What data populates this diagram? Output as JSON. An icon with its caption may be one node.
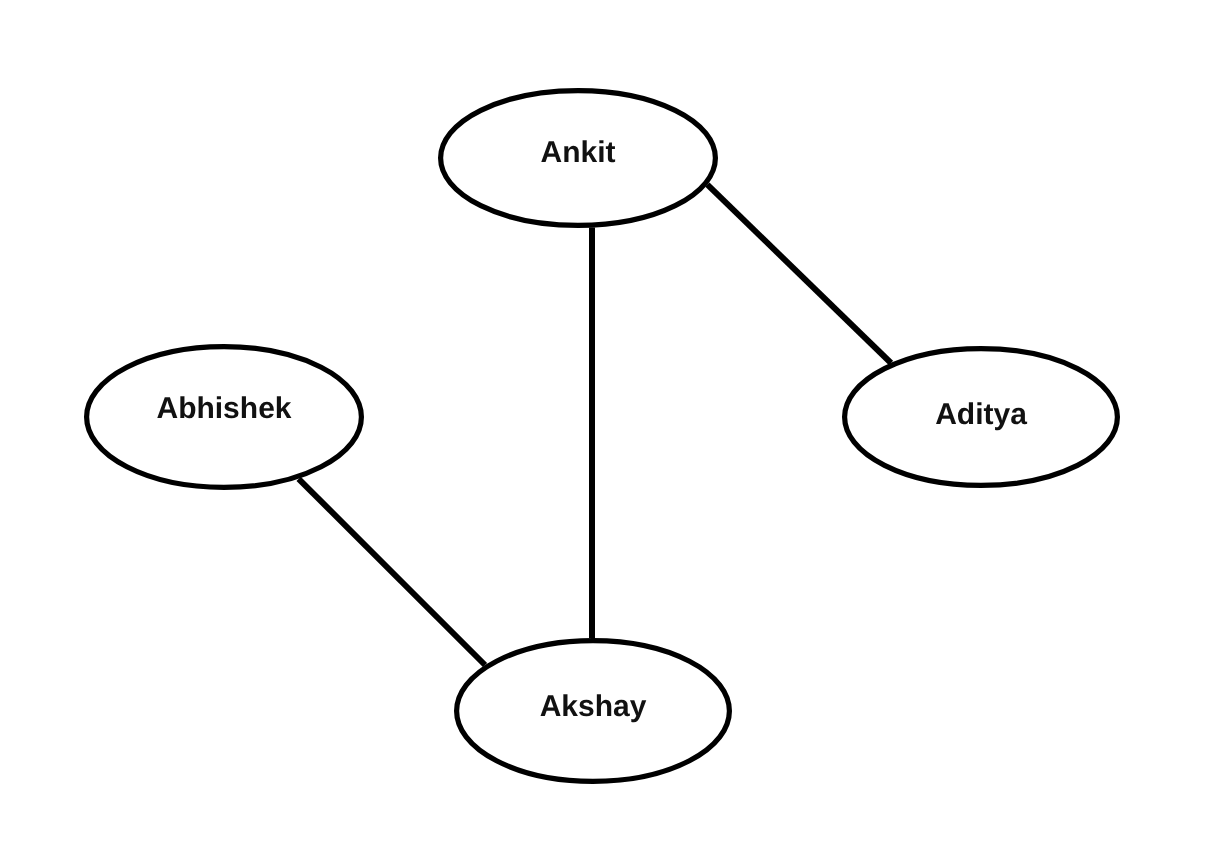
{
  "diagram": {
    "nodes": [
      {
        "text": [
          "Ankit"
        ]
      },
      {
        "text": [
          "Abhishek"
        ]
      },
      {
        "text": [
          "Aditya"
        ]
      },
      {
        "text": [
          "Akshay"
        ]
      }
    ],
    "edges": [
      {
        "from": 0,
        "to": 2,
        "arrow": "none"
      },
      {
        "from": 0,
        "to": 3,
        "arrow": "none"
      },
      {
        "from": 1,
        "to": 3,
        "arrow": "none"
      }
    ]
  }
}
